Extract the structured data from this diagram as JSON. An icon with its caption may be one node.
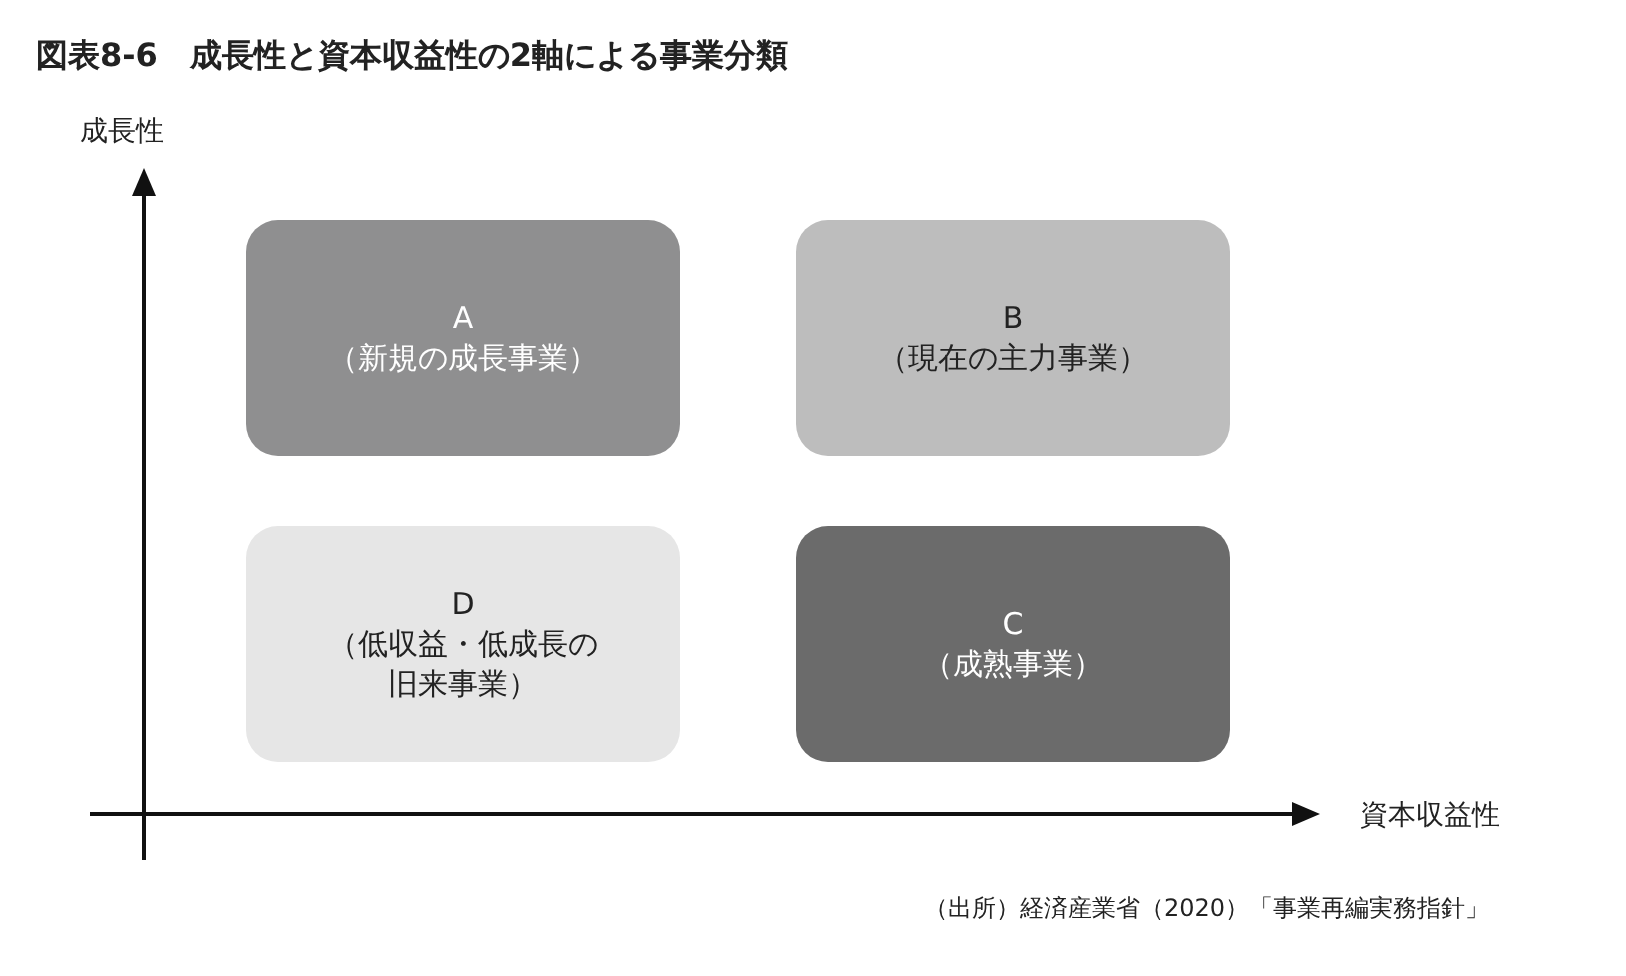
{
  "diagram": {
    "title": "図表8-6　成長性と資本収益性の2軸による事業分類",
    "caption": "（出所）経済産業省（2020）「事業再編実務指針」",
    "nodes": [
      {
        "text": [
          "A",
          "（新規の成長事業）"
        ]
      },
      {
        "text": [
          "B",
          "（現在の主力事業）"
        ]
      },
      {
        "text": [
          "D",
          "（低収益・低成長の旧来事業）"
        ]
      },
      {
        "text": [
          "C",
          "（成熟事業）"
        ]
      }
    ],
    "labels": [
      "成長性",
      "資本収益性"
    ]
  }
}
